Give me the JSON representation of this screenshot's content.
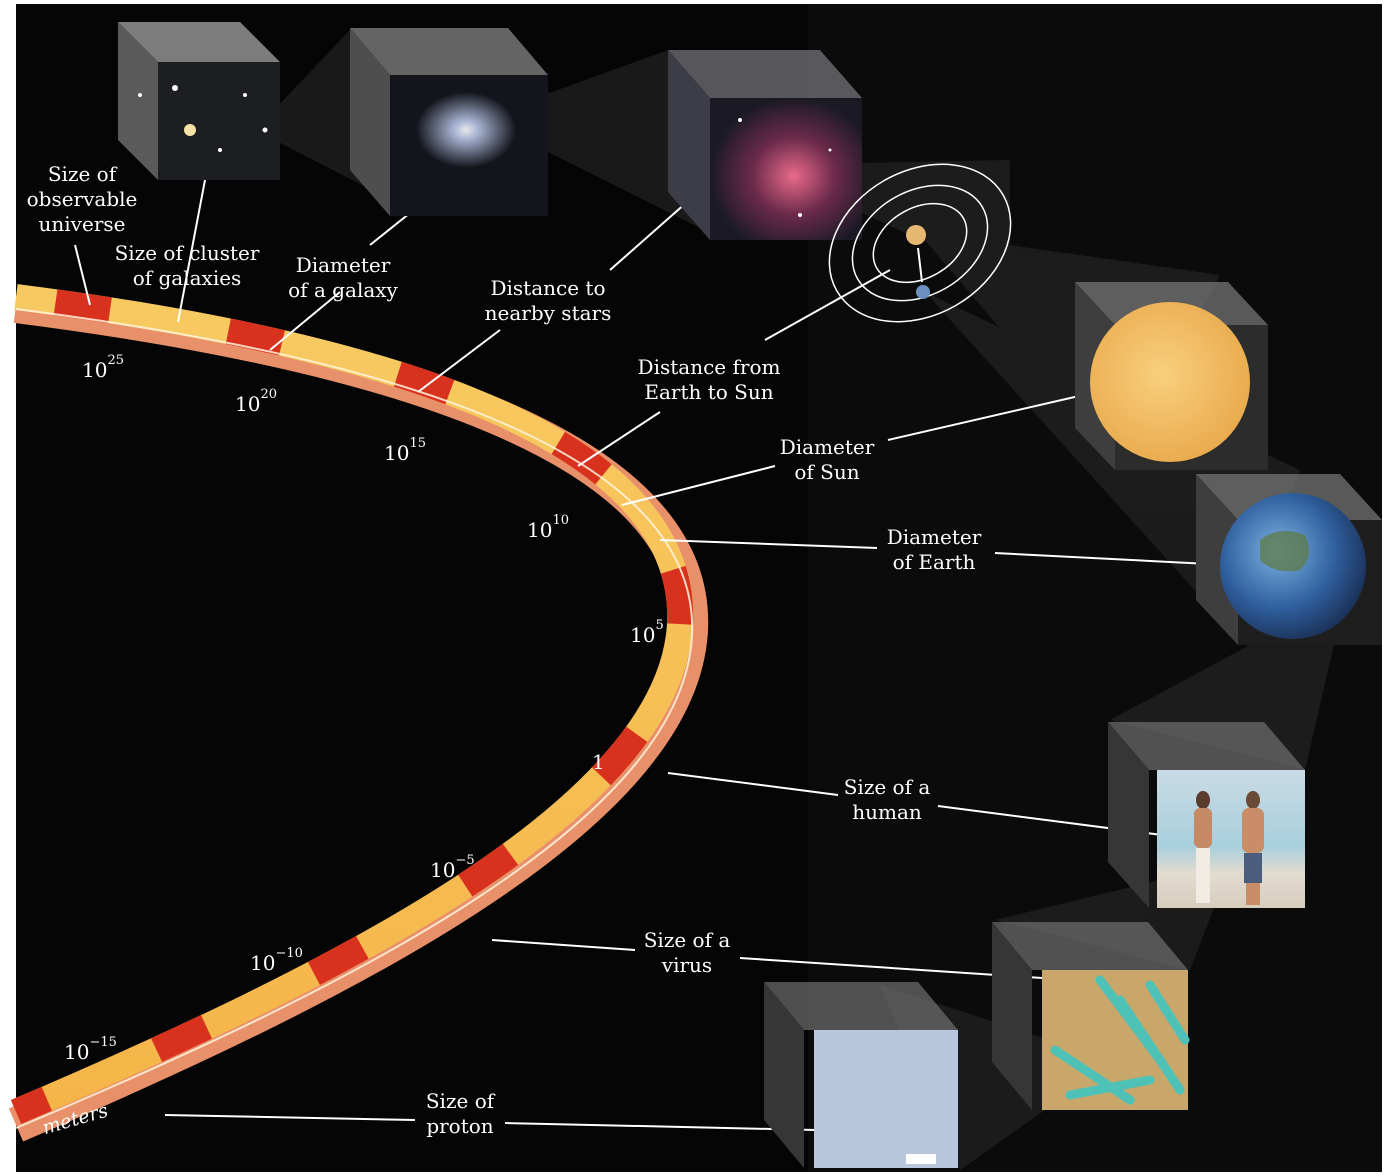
{
  "ticks": [
    {
      "base": "10",
      "exp": "25"
    },
    {
      "base": "10",
      "exp": "20"
    },
    {
      "base": "10",
      "exp": "15"
    },
    {
      "base": "10",
      "exp": "10"
    },
    {
      "base": "10",
      "exp": "5"
    },
    {
      "base": "1",
      "exp": ""
    },
    {
      "base": "10",
      "exp": "−5"
    },
    {
      "base": "10",
      "exp": "−10"
    },
    {
      "base": "10",
      "exp": "−15"
    }
  ],
  "unit": "meters",
  "labels": {
    "observable_universe": [
      "Size of",
      "observable",
      "universe"
    ],
    "galaxy_cluster": [
      "Size of cluster",
      "of galaxies"
    ],
    "galaxy": [
      "Diameter",
      "of a galaxy"
    ],
    "nearby_stars": [
      "Distance to",
      "nearby stars"
    ],
    "earth_sun": [
      "Distance from",
      "Earth to Sun"
    ],
    "sun": [
      "Diameter",
      "of Sun"
    ],
    "earth": [
      "Diameter",
      "of Earth"
    ],
    "human": [
      "Size of a",
      "human"
    ],
    "virus": [
      "Size of a",
      "virus"
    ],
    "proton": [
      "Size of",
      "proton"
    ]
  },
  "colors": {
    "background": "#050505",
    "band_red": "#d8321f",
    "band_yellow": "#f7c53a",
    "band_side": "#e89a6e",
    "text": "#ffffff"
  }
}
